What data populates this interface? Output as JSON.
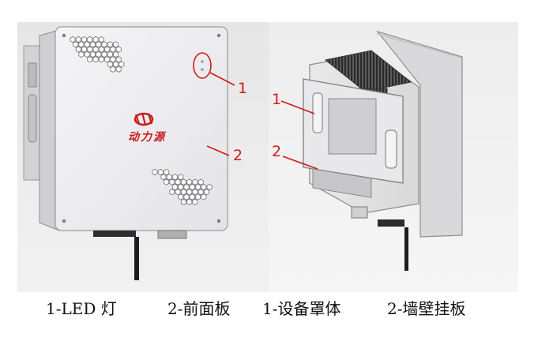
{
  "callouts": {
    "left_led": "1",
    "left_front_panel": "2",
    "right_enclosure": "1",
    "right_wall_bracket": "2"
  },
  "brand": {
    "text": "动力源"
  },
  "captions": [
    "1-LED 灯",
    "2-前面板",
    "1-设备罩体",
    "2-墙壁挂板"
  ],
  "colors": {
    "callout": "#d11a1a",
    "brand": "#c91d1d",
    "background": "#ffffff"
  }
}
